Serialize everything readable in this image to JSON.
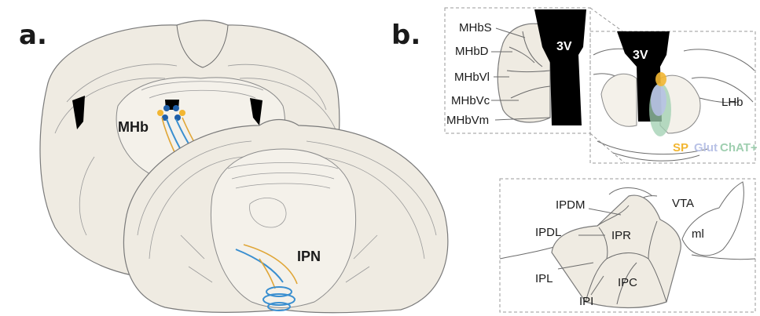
{
  "panels": {
    "a": {
      "letter": "a.",
      "labels": {
        "mhb": "MHb",
        "ipn": "IPN"
      }
    },
    "b": {
      "letter": "b.",
      "habenula_zoom": {
        "ventricle": "3V",
        "subnuclei": [
          "MHbS",
          "MHbD",
          "MHbVl",
          "MHbVc",
          "MHbVm"
        ]
      },
      "habenula_section": {
        "ventricle": "3V",
        "lhb": "LHb",
        "legend": [
          {
            "label": "SP",
            "color": "#f2b632"
          },
          {
            "label": "Glut",
            "color": "#b9c2e6"
          },
          {
            "label": "ChAT+",
            "color": "#9fcfb0"
          }
        ]
      },
      "ipn_section": {
        "labels": {
          "ipdm": "IPDM",
          "ipdl": "IPDL",
          "ipr": "IPR",
          "ipl": "IPL",
          "ipc": "IPC",
          "ipi": "IPI",
          "vta": "VTA",
          "ml": "ml"
        }
      }
    }
  },
  "colors": {
    "tissue": "#efebe2",
    "projection_blue": "#3a8fd0",
    "projection_gold": "#e0a637",
    "mhb_dark_blue": "#1f5fa8",
    "ventricle": "#000000"
  }
}
